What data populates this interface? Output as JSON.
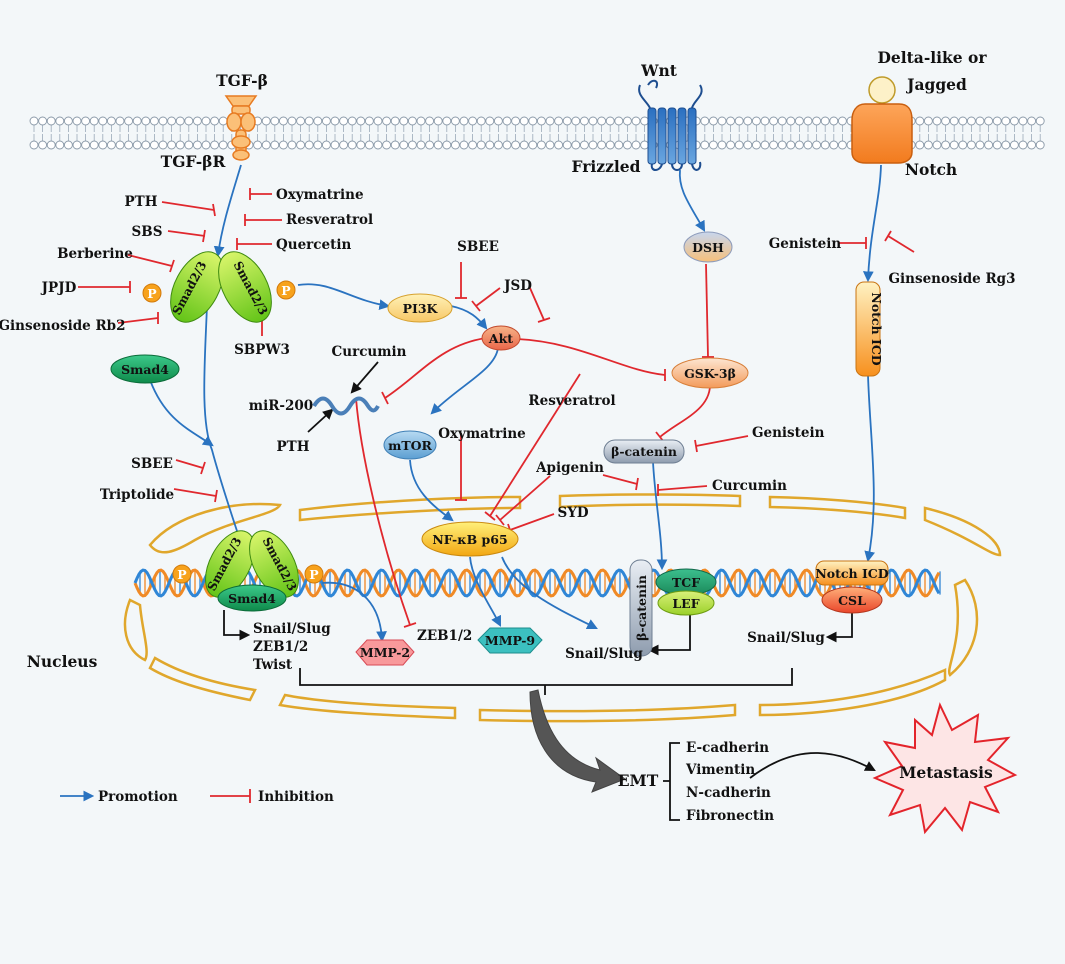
{
  "ligands": {
    "tgfb": "TGF-β",
    "tgfbr": "TGF-βR",
    "wnt": "Wnt",
    "frizzled": "Frizzled",
    "delta_line1": "Delta-like or",
    "delta_line2": "Jagged",
    "notch": "Notch"
  },
  "nodes": {
    "smad23": "Smad2/3",
    "smad4": "Smad4",
    "p": "P",
    "pi3k": "PI3K",
    "akt": "Akt",
    "mtor": "mTOR",
    "nfkb": "NF-κB p65",
    "mmp2": "MMP-2",
    "mmp9": "MMP-9",
    "mir200": "miR-200",
    "dsh": "DSH",
    "gsk3b": "GSK-3β",
    "bcatenin": "β-catenin",
    "tcf": "TCF",
    "lef": "LEF",
    "notch_icd": "Notch ICD",
    "csl": "CSL",
    "zeb12": "ZEB1/2",
    "nucleus": "Nucleus",
    "emt": "EMT",
    "metastasis": "Metastasis"
  },
  "smad_targets": [
    "Snail/Slug",
    "ZEB1/2",
    "Twist"
  ],
  "snail_slug": "Snail/Slug",
  "emt_markers": [
    "E-cadherin",
    "Vimentin",
    "N-cadherin",
    "Fibronectin"
  ],
  "inhibitors": {
    "pth": "PTH",
    "oxymatrine": "Oxymatrine",
    "sbs": "SBS",
    "resveratrol": "Resveratrol",
    "quercetin": "Quercetin",
    "berberine": "Berberine",
    "jpjd": "JPJD",
    "ginsenoside_rb2": "Ginsenoside Rb2",
    "sbpw3": "SBPW3",
    "sbee": "SBEE",
    "triptolide": "Triptolide",
    "jsd": "JSD",
    "curcumin": "Curcumin",
    "apigenin": "Apigenin",
    "syd": "SYD",
    "genistein": "Genistein",
    "ginsenoside_rg3": "Ginsenoside Rg3"
  },
  "legend": {
    "promotion": "Promotion",
    "inhibition": "Inhibition"
  },
  "colors": {
    "background": "#f3f7f9",
    "promotion_arrow": "#2a73c0",
    "inhibition_line": "#e0282e",
    "smad_green": "#9be31f",
    "phospho_orange": "#f7a21c",
    "nucleus_outline": "#e0a72c"
  }
}
